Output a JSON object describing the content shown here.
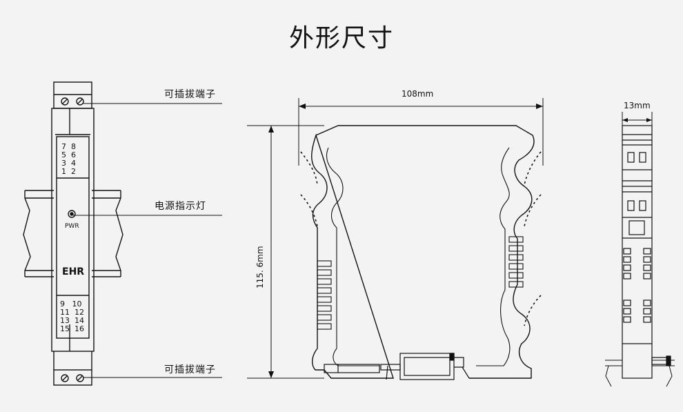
{
  "title": "外形尺寸",
  "labels": {
    "plug_terminal_top": "可插拔端子",
    "power_indicator": "电源指示灯",
    "plug_terminal_bottom": "可插拔端子"
  },
  "front": {
    "pins_top": [
      "7  8",
      "5  6",
      "3  4",
      "1  2"
    ],
    "pwr": "PWR",
    "brand": "EHR",
    "pins_bottom": [
      "9   10",
      "11  12",
      "13  14",
      "15  16"
    ]
  },
  "dimensions": {
    "depth": "108mm",
    "height": "115. 6mm",
    "width": "13mm"
  }
}
